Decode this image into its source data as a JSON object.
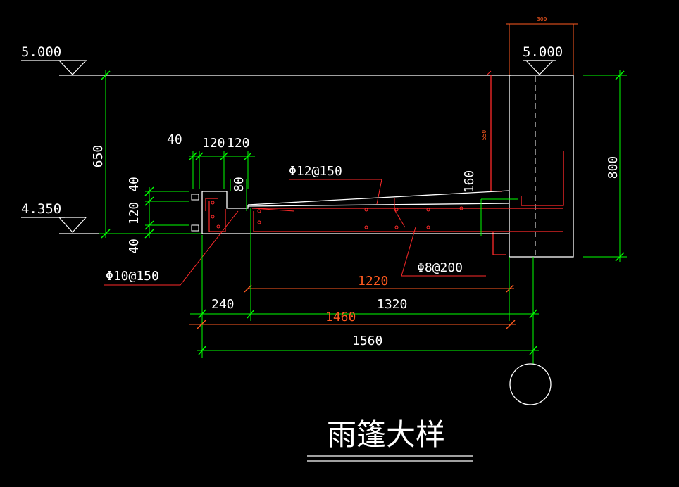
{
  "colors": {
    "background": "#000000",
    "outline": "#ffffff",
    "dimension": "#00ff00",
    "rebar": "#ff2a2a",
    "annotation": "#ff5a1f",
    "label": "#ffffff"
  },
  "levels": {
    "top_left": "5.000",
    "top_right": "5.000",
    "bottom_left": "4.350"
  },
  "dimensions": {
    "left_height": "650",
    "right_height": "800",
    "top_40": "40",
    "top_120a": "120",
    "top_120b": "120",
    "side_40a": "40",
    "side_120": "120",
    "side_40b": "40",
    "edge_80": "80",
    "wall_550": "550",
    "slab_160": "160",
    "wall_top_300": "300",
    "span_240": "240",
    "span_1320": "1320",
    "span_1560": "1560",
    "span_1220": "1220",
    "span_1460": "1460"
  },
  "rebar_labels": {
    "top_bar": "Φ12@150",
    "bottom_bar": "Φ8@200",
    "edge_bar": "Φ10@150"
  },
  "title": "雨篷大样"
}
